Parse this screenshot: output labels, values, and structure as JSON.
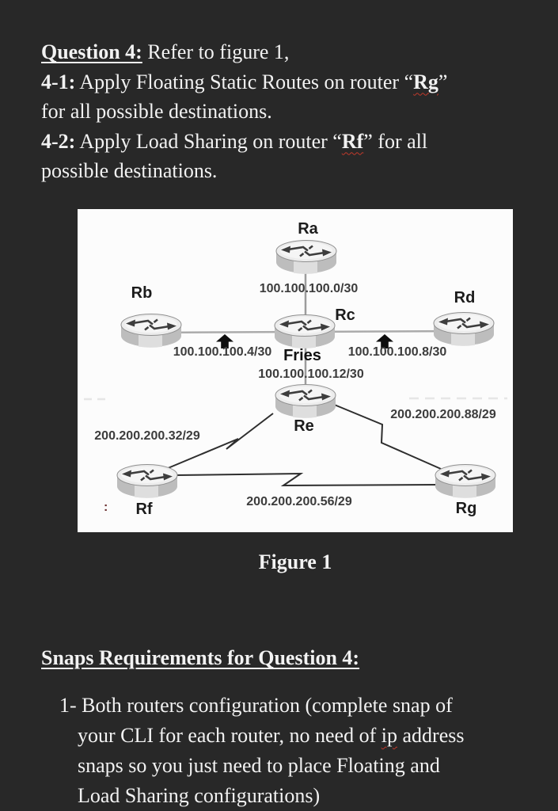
{
  "page": {
    "bg_color": "#282828",
    "text_color": "#f2f2f2",
    "squiggle_color": "#c0392b",
    "panel_bg": "#fcfcfc"
  },
  "question": {
    "heading": "Question 4:",
    "heading_rest": " Refer to figure 1,",
    "line2_label": "4-1:",
    "line2_text": " Apply Floating Static Routes on router “",
    "line2_router": "Rg",
    "line2_close": "”",
    "line3": "for all possible destinations.",
    "line4_label": "4-2:",
    "line4_text": " Apply Load Sharing on router “",
    "line4_router": "Rf",
    "line4_close": "” for all",
    "line5": "possible destinations."
  },
  "figure": {
    "caption": "Figure 1",
    "device_name": "Fries",
    "stray_mark": ":",
    "routers": {
      "ra": "Ra",
      "rb": "Rb",
      "rc": "Rc",
      "rd": "Rd",
      "re": "Re",
      "rf": "Rf",
      "rg": "Rg"
    },
    "networks": {
      "ra_rc": "100.100.100.0/30",
      "rb_rc": "100.100.100.4/30",
      "rc_rd": "100.100.100.8/30",
      "rc_re": "100.100.100.12/30",
      "rf_re": "200.200.200.32/29",
      "re_rg": "200.200.200.88/29",
      "rf_rg": "200.200.200.56/29"
    }
  },
  "snaps": {
    "heading": "Snaps Requirements for Question 4:",
    "line1": "1- Both routers configuration (complete snap of",
    "line2_pre": "your CLI for each router, no need of ",
    "line2_flag": "ip",
    "line2_post": " address",
    "line3": "snaps so you just need to place Floating and",
    "line4": "Load Sharing configurations)"
  }
}
